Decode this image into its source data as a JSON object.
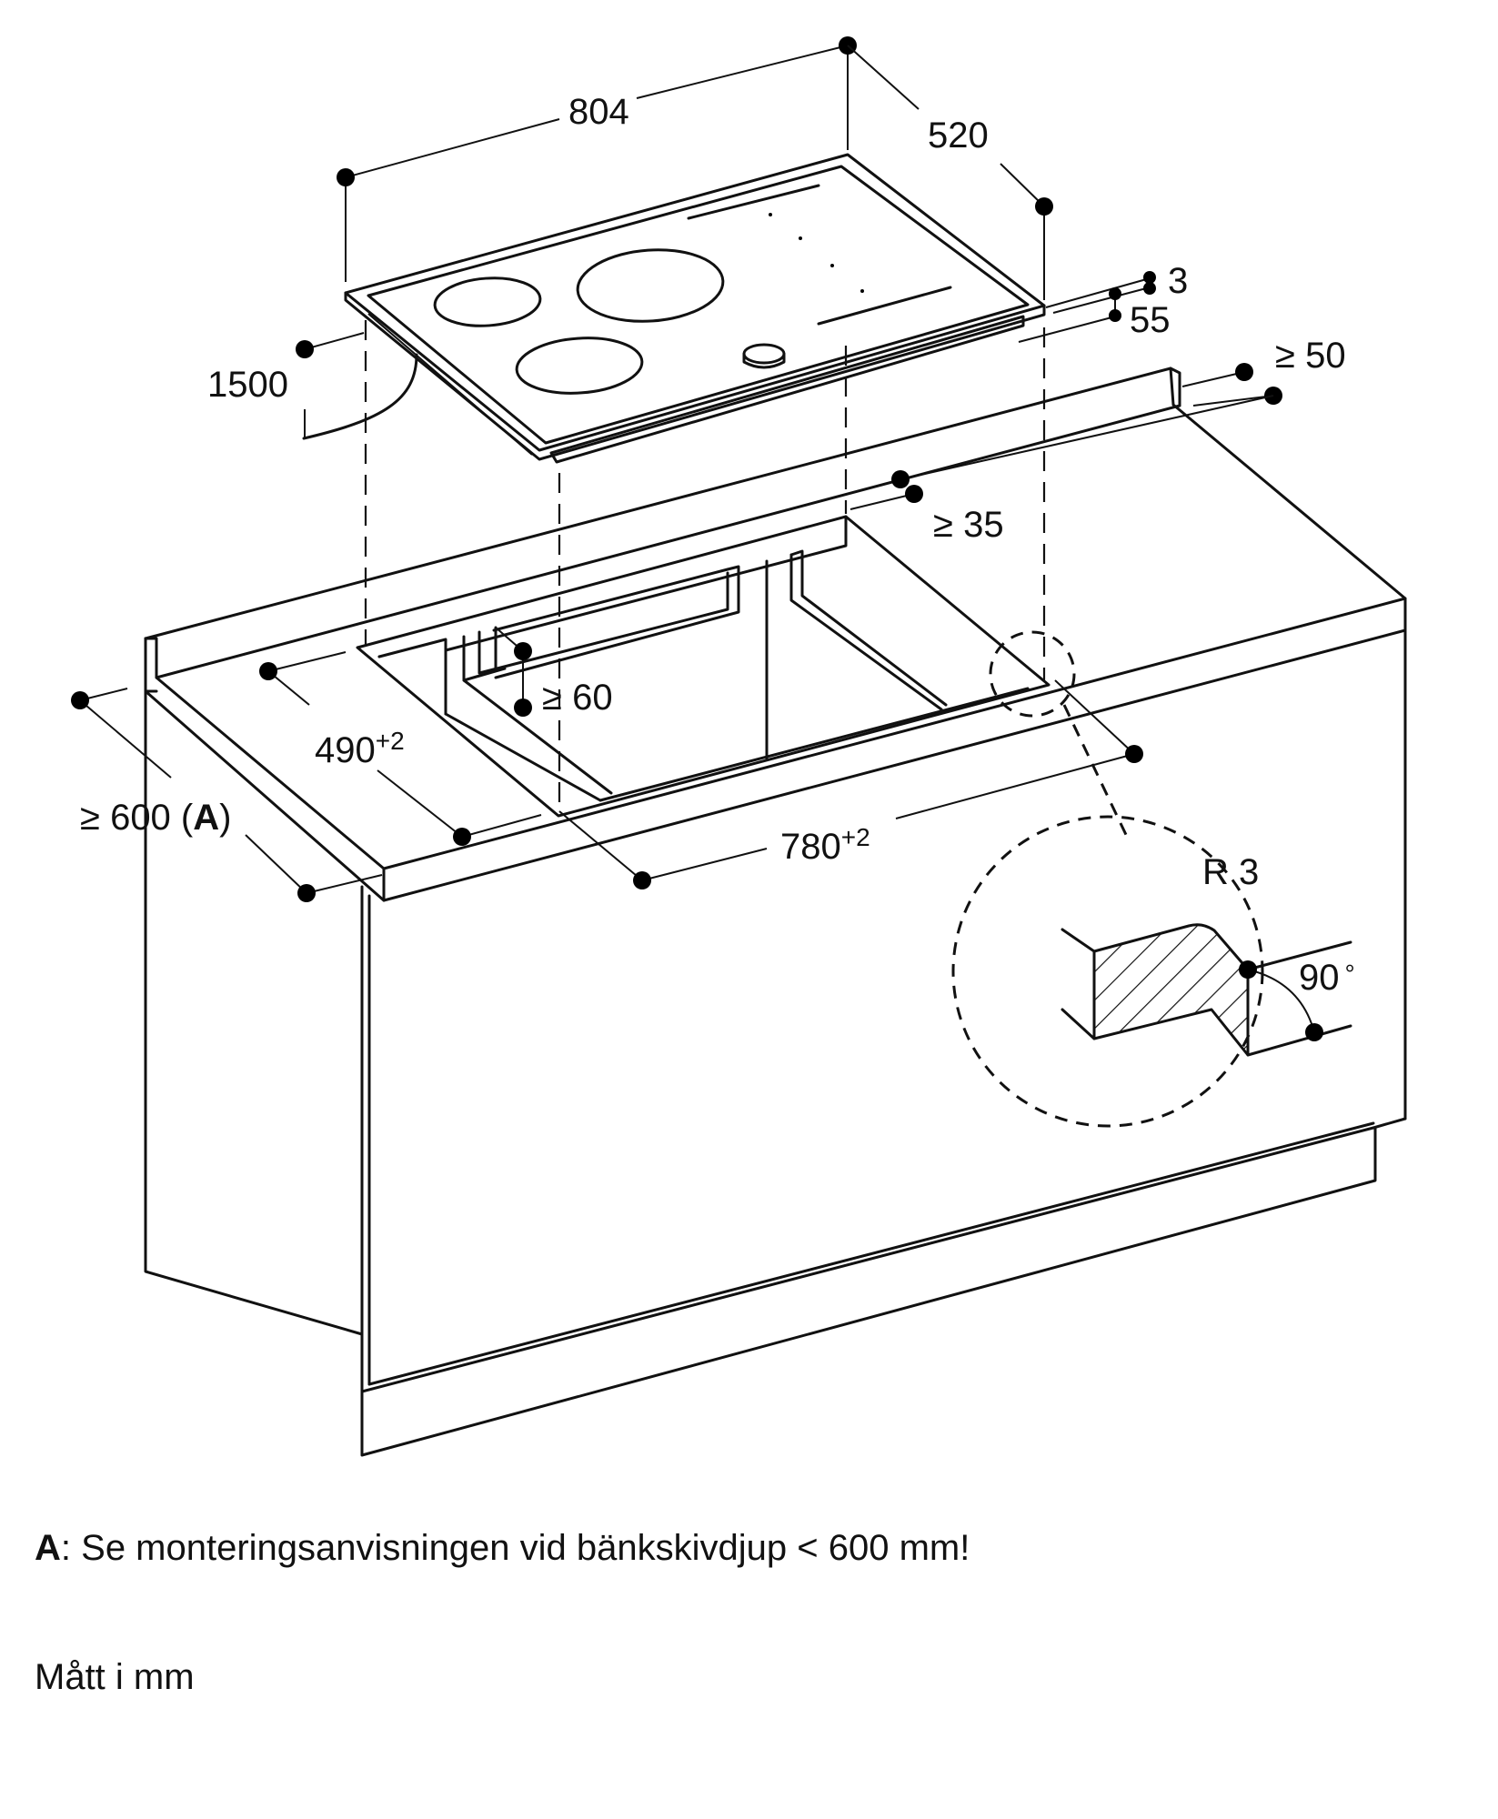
{
  "dimensions": {
    "width": "804",
    "depth": "520",
    "glass": "3",
    "height": "55",
    "cable": "1500",
    "rear_gap": "≥ 50",
    "front_gap_35": "≥ 35",
    "inner_60": "≥ 60",
    "cutout_depth": "490",
    "cutout_depth_tol": "+2",
    "cutout_width": "780",
    "cutout_width_tol": "+2",
    "counter_depth_prefix": "≥ 600 (",
    "counter_depth_ref": "A",
    "counter_depth_suffix": ")",
    "radius": "R 3",
    "angle": "90",
    "angle_unit": "°"
  },
  "notes": {
    "a_label": "A",
    "a_sep": ":",
    "a_text": "Se monteringsanvisningen vid bänkskivdjup < 600 mm!",
    "units": "Mått i mm"
  }
}
